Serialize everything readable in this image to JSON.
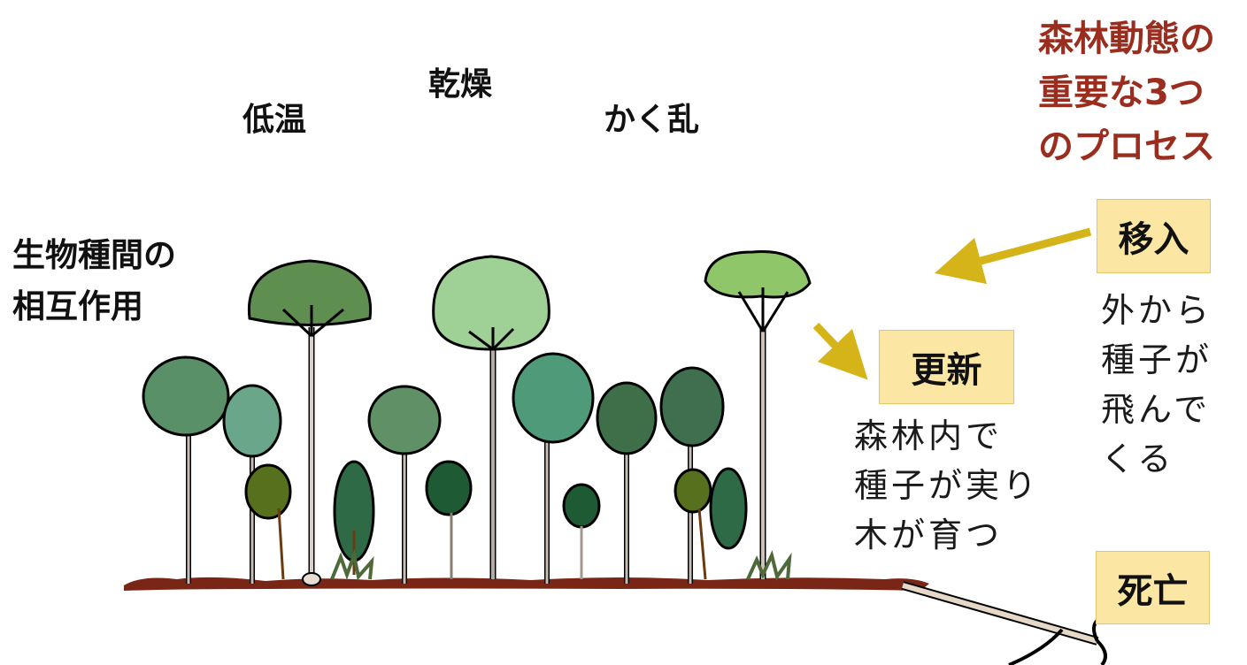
{
  "title": {
    "line1": "森林動態の",
    "line2": "重要な3つ",
    "line3": "のプロセス",
    "color": "#9b2d1e"
  },
  "factors": {
    "low_temp": "低温",
    "dry": "乾燥",
    "disturbance": "かく乱"
  },
  "interaction": {
    "line1": "生物種間の",
    "line2": "相互作用"
  },
  "processes": {
    "immigration": {
      "label": "移入",
      "desc": [
        "外から",
        "種子が",
        "飛んで",
        "くる"
      ]
    },
    "regeneration": {
      "label": "更新",
      "desc": [
        "森林内で",
        "種子が実り",
        "木が育つ"
      ]
    },
    "mortality": {
      "label": "死亡"
    }
  },
  "colors": {
    "box_fill": "#fbe6a4",
    "arrow": "#d4b419",
    "ground": "#7a2616"
  }
}
